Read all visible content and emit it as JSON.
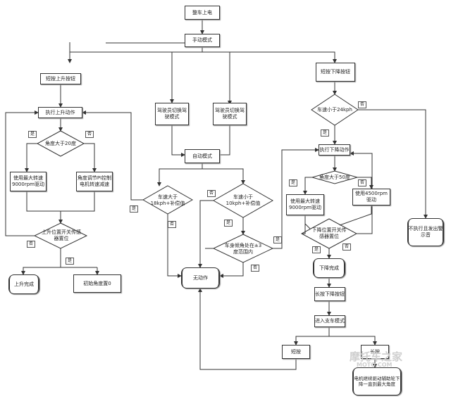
{
  "nodes": {
    "power_on": "整车上电",
    "manual_mode": "手动模式",
    "short_up": "短按上升按钮",
    "exec_up": "执行上升动作",
    "angle_gt_20": "角度大于20度",
    "max_speed_up": "使用最大转速9000rpm驱动",
    "angle_pi_up": "角度调节PI控制电机转速减速",
    "up_limit": "上升位置开关传感器置位",
    "up_done": "上升完成",
    "zero_angle": "初始角度置0",
    "driver_switch_left": "驾驶员切换驾驶模式",
    "driver_switch_right": "驾驶员切换驾驶模式",
    "auto_mode": "自动模式",
    "speed_gt_18": "车速大于18kph+补偿值",
    "speed_lt_10": "车速小于10kph+补偿值",
    "tilt_check": "车身倾角处在±3度范围内",
    "no_action": "无动作",
    "short_down": "短按下降按钮",
    "speed_lt_24": "车速小于24kph",
    "exec_down": "执行下降动作",
    "angle_gt_50": "角度大于50度",
    "max_speed_down": "使用最大转速9000rpm驱动",
    "speed_4500": "使用4500rpm驱动",
    "down_limit": "下降位置开关传感器置位",
    "down_done": "下降完成",
    "long_down": "长按下降按钮",
    "support_mode": "进入支车模式",
    "short_press": "短按",
    "long_press": "长按",
    "motor_continue": "电机继续驱动辅助轮下降一直到最大角度",
    "no_exec_warning": "不执行且发出警示音"
  },
  "branch_labels": {
    "yes": "是",
    "no": "否"
  },
  "watermark": {
    "line1": "摩托车之家",
    "line2": "MOTO.COM"
  },
  "colors": {
    "line": "#333333",
    "node_border": "#333333",
    "background": "#ffffff"
  }
}
